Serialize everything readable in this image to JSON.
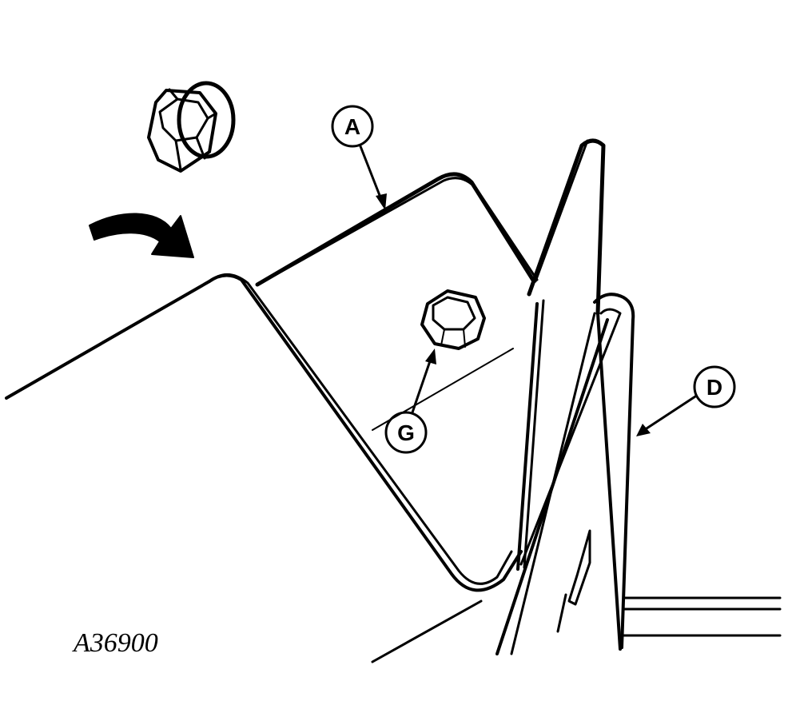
{
  "figure_id": "A36900",
  "callouts": {
    "a": "A",
    "d": "D",
    "g": "G"
  },
  "icons": {
    "rotation_arrow": "curved-arrow-icon",
    "loose_bolt": "hex-bolt-icon",
    "installed_bolt": "hex-bolt-icon"
  },
  "colors": {
    "ink": "#000000",
    "paper": "#ffffff"
  }
}
